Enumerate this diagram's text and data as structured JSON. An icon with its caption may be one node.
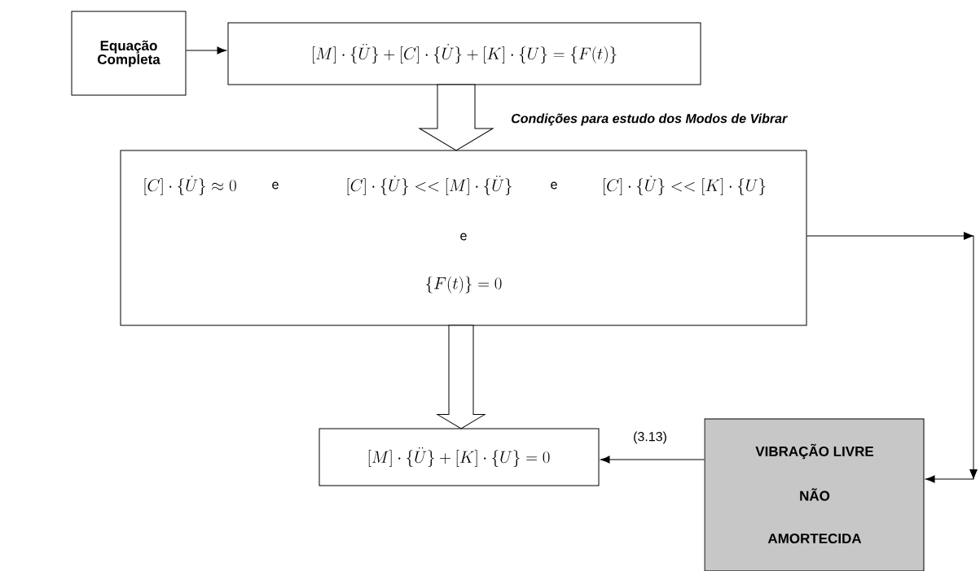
{
  "diagram": {
    "nodes": [
      {
        "text": [
          "Equação Completa"
        ]
      },
      {
        "text": [
          "[M]\\cdot\\{\\ddot{U}\\}+[C]\\cdot\\{\\dot{U}\\}+[K]\\cdot\\{U\\}=\\{F(t)\\}"
        ]
      },
      {
        "text": [
          "[C]\\cdot\\{\\dot{U}\\}\\approx 0",
          "e",
          "[C]\\cdot\\{\\dot{U}\\}<<[M]\\cdot\\{\\ddot{U}\\}",
          "e",
          "[C]\\cdot\\{\\dot{U}\\}<<[K]\\cdot\\{U\\}",
          "e",
          "\\{F(t)\\}=0"
        ]
      },
      {
        "text": [
          "[M]\\cdot\\{\\ddot{U}\\}+[K]\\cdot\\{U\\}=0"
        ]
      },
      {
        "text": [
          "VIBRAÇÃO LIVRE",
          "NÃO",
          "AMORTECIDA"
        ]
      }
    ],
    "edges": [
      {
        "from": 0,
        "to": 1,
        "arrow": "to"
      },
      {
        "from": 1,
        "to": 2,
        "arrow": "to",
        "style": "thick",
        "label": "Condições para estudo dos Modos de Vibrar"
      },
      {
        "from": 2,
        "to": 3,
        "arrow": "to",
        "style": "thick"
      },
      {
        "from": 2,
        "to": 4,
        "arrow": "to"
      },
      {
        "from": 4,
        "to": 3,
        "arrow": "to",
        "label": "(3.13)"
      }
    ]
  }
}
